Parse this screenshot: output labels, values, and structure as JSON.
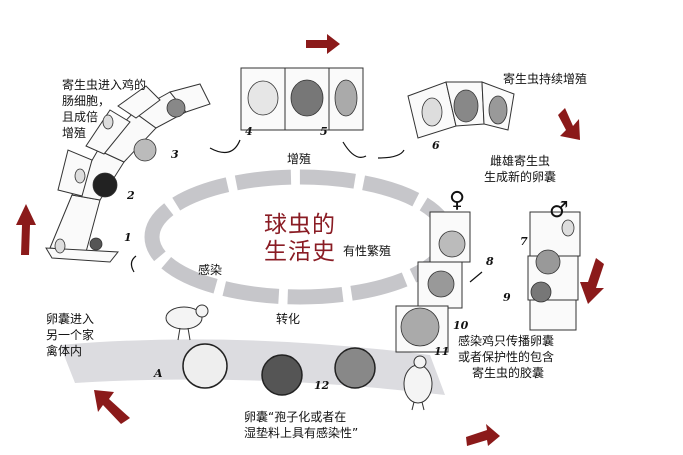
{
  "title": {
    "line1": "球虫的",
    "line2": "生活史"
  },
  "cycle_labels": {
    "proliferation": "增殖",
    "sexual": "有性繁殖",
    "transform": "转化",
    "infection": "感染"
  },
  "annotations": {
    "enter_intestine": [
      "寄生虫进入鸡的",
      "肠细胞，",
      "且成倍",
      "增殖"
    ],
    "keep_proliferating": "寄生虫持续增殖",
    "new_oocyst": [
      "雌雄寄生虫",
      "生成新的卵囊"
    ],
    "carrier": [
      "感染鸡只传播卵囊",
      "或者保护性的包含",
      "寄生虫的胶囊"
    ],
    "sporulation": [
      "卵囊“孢子化或者在",
      "湿垫料上具有感染性”"
    ],
    "new_host": [
      "卵囊进入",
      "另一个家",
      "禽体内"
    ]
  },
  "stage_numbers": [
    "1",
    "2",
    "3",
    "4",
    "5",
    "6",
    "7",
    "8",
    "9",
    "10",
    "11",
    "12",
    "A"
  ],
  "symbols": {
    "female": "♀",
    "male": "♂"
  },
  "colors": {
    "arrow": "#8b1a1a",
    "ring": "#c8c8cc",
    "band": "#d6d6da",
    "title": "#8a1c24"
  }
}
